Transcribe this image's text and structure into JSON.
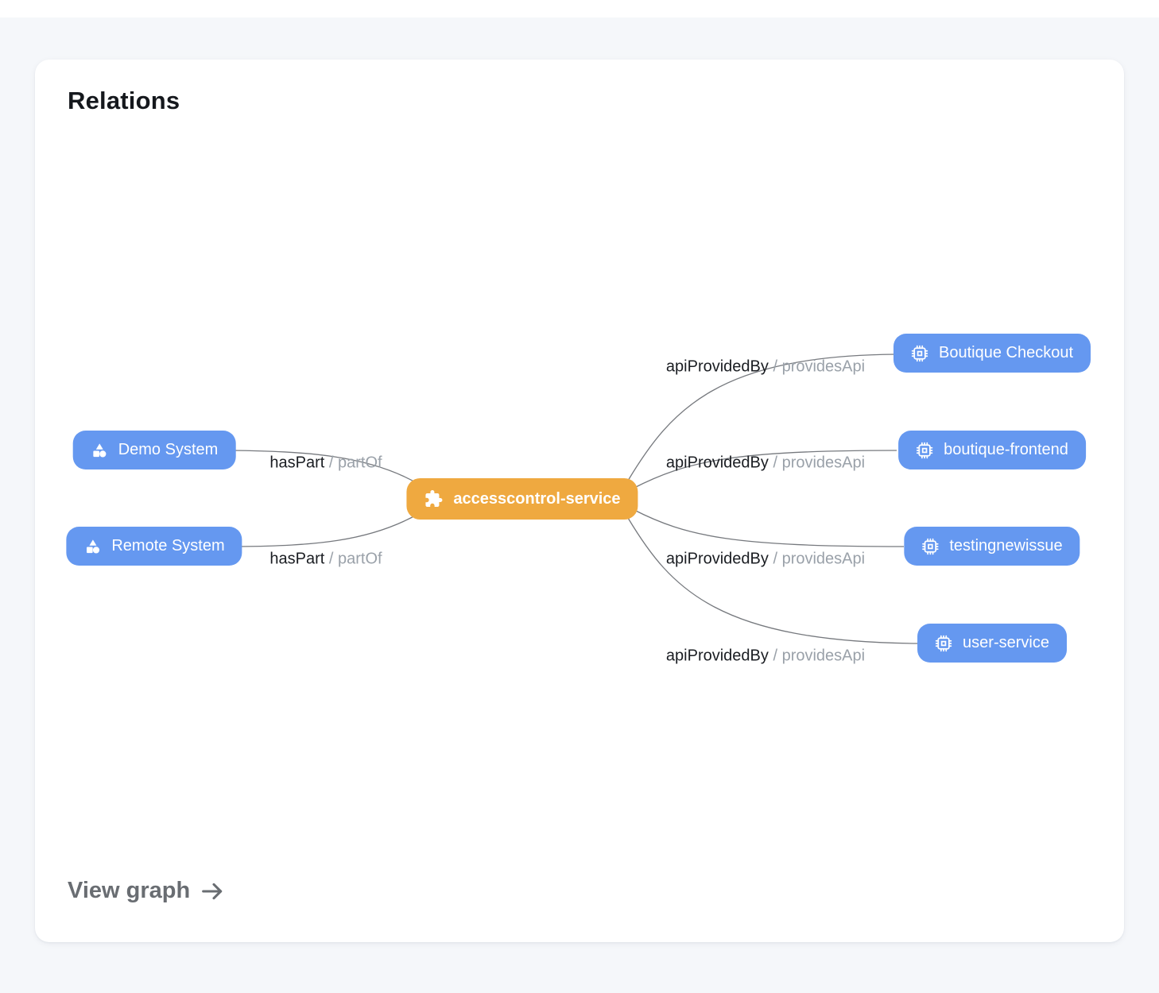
{
  "title": "Relations",
  "footer": {
    "view_graph_label": "View graph"
  },
  "colors": {
    "node_blue": "#6598f0",
    "node_orange": "#efa940",
    "edge_line": "#76797e",
    "edge_label_primary": "#1a1d22",
    "edge_label_secondary": "#9aa1a9",
    "page_background": "#f5f7fa",
    "card_background": "#ffffff"
  },
  "graph": {
    "center_node": {
      "label": "accesscontrol-service",
      "icon": "puzzle-icon"
    },
    "left_nodes": [
      {
        "label": "Demo System",
        "icon": "shapes-icon"
      },
      {
        "label": "Remote System",
        "icon": "shapes-icon"
      }
    ],
    "right_nodes": [
      {
        "label": "Boutique Checkout",
        "icon": "chip-icon"
      },
      {
        "label": "boutique-frontend",
        "icon": "chip-icon"
      },
      {
        "label": "testingnewissue",
        "icon": "chip-icon"
      },
      {
        "label": "user-service",
        "icon": "chip-icon"
      }
    ],
    "left_edge_labels": [
      {
        "primary": "hasPart",
        "sep": "/",
        "secondary": "partOf"
      },
      {
        "primary": "hasPart",
        "sep": "/",
        "secondary": "partOf"
      }
    ],
    "right_edge_labels": [
      {
        "primary": "apiProvidedBy",
        "sep": "/",
        "secondary": "providesApi"
      },
      {
        "primary": "apiProvidedBy",
        "sep": "/",
        "secondary": "providesApi"
      },
      {
        "primary": "apiProvidedBy",
        "sep": "/",
        "secondary": "providesApi"
      },
      {
        "primary": "apiProvidedBy",
        "sep": "/",
        "secondary": "providesApi"
      }
    ]
  }
}
